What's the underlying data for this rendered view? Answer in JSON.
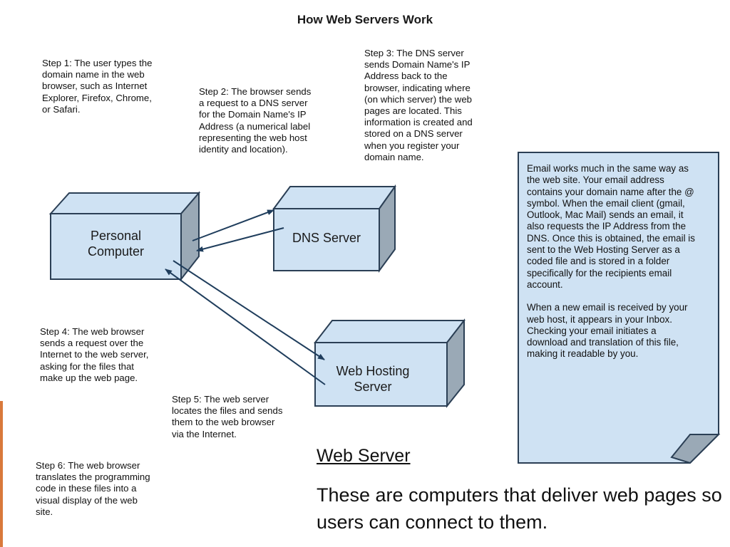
{
  "title": "How Web Servers Work",
  "steps": {
    "step1": "Step 1: The user types the\ndomain name in the web\nbrowser, such as Internet\nExplorer, Firefox, Chrome,\nor Safari.",
    "step2": "Step 2: The browser sends\na request to a DNS server\nfor the Domain Name's IP\nAddress (a numerical label\nrepresenting the web host\nidentity and location).",
    "step3": "Step 3: The DNS server\nsends Domain Name's IP\nAddress back to the\nbrowser, indicating where\n(on which server) the web\npages are located. This\ninformation is created and\nstored on a DNS server\nwhen you register your\ndomain name.",
    "step4": "Step 4: The web browser\nsends a request over the\nInternet to the web server,\nasking for the files that\nmake up the web page.",
    "step5": "Step 5: The web server\nlocates the files and sends\nthem to the web browser\nvia the Internet.",
    "step6": "Step 6: The web browser\ntranslates the programming\ncode in these files into a\nvisual display of the web\nsite."
  },
  "boxes": {
    "personal_computer": "Personal\nComputer",
    "dns_server": "DNS Server",
    "web_hosting_server": "Web Hosting\nServer"
  },
  "note": {
    "paragraph1": "Email works much in the same way as the web site. Your email address contains your domain name after the @ symbol. When the email client (gmail, Outlook, Mac Mail) sends an email, it also requests the IP Address from the DNS. Once this is obtained, the email is sent to the Web Hosting Server as a coded file and is stored in a folder specifically for the recipients email account.",
    "paragraph2": "When a new email is received by your web host, it appears in your Inbox. Checking your email initiates a download and translation of this file, making it readable by you."
  },
  "footer": {
    "heading": "Web Server",
    "description": "These are computers that deliver web pages so users can connect to them."
  },
  "colors": {
    "box_front": "#cfe2f3",
    "box_side": "#9aa9b6",
    "box_stroke": "#2b3f55",
    "arrow": "#1f3d5c",
    "accent": "#d9793b"
  }
}
